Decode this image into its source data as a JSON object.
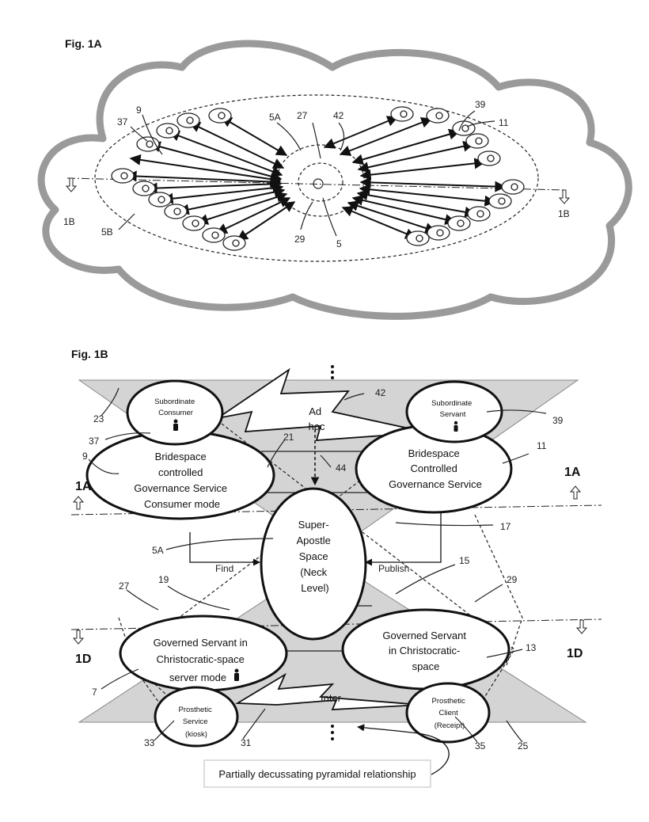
{
  "fig1a": {
    "title": "Fig. 1A",
    "labels": {
      "n9": "9",
      "n37": "37",
      "n5a": "5A",
      "n27": "27",
      "n42": "42",
      "n39": "39",
      "n11": "11",
      "n1b_left": "1B",
      "n5b": "5B",
      "n29": "29",
      "n5": "5",
      "n1b_right": "1B"
    }
  },
  "fig1b": {
    "title": "Fig. 1B",
    "nodes": {
      "subordinate_consumer": [
        "Subordinate",
        "Consumer"
      ],
      "subordinate_servant": [
        "Subordinate",
        "Servant"
      ],
      "ad_hoc": [
        "Ad",
        "hoc"
      ],
      "bride_consumer": [
        "Bridespace",
        "controlled",
        "Governance Service",
        "Consumer mode"
      ],
      "bride_controlled": [
        "Bridespace",
        "Controlled",
        "Governance Service"
      ],
      "super_apostle": [
        "Super-",
        "Apostle",
        "Space",
        "(Neck",
        "Level)"
      ],
      "governed_server": [
        "Governed Servant in",
        "Christocratic-space",
        "server mode"
      ],
      "governed_servant": [
        "Governed Servant",
        "in Christocratic-",
        "space"
      ],
      "prosthetic_service": [
        "Prosthetic",
        "Service",
        "(kiosk)"
      ],
      "prosthetic_client": [
        "Prosthetic",
        "Client",
        "(Receipt)"
      ],
      "inter": "Inter"
    },
    "arrows": {
      "find": "Find",
      "publish": "Publish"
    },
    "side_labels": {
      "left_top": "1A",
      "right_top": "1A",
      "left_bottom": "1D",
      "right_bottom": "1D"
    },
    "refs": {
      "r23": "23",
      "r42": "42",
      "r39": "39",
      "r37": "37",
      "r21": "21",
      "r9": "9",
      "r11": "11",
      "r44": "44",
      "r17": "17",
      "r5a": "5A",
      "r15": "15",
      "r27": "27",
      "r19": "19",
      "r29": "29",
      "r13": "13",
      "r7": "7",
      "r33": "33",
      "r31": "31",
      "r35": "35",
      "r25": "25"
    },
    "caption": "Partially decussating pyramidal relationship"
  }
}
